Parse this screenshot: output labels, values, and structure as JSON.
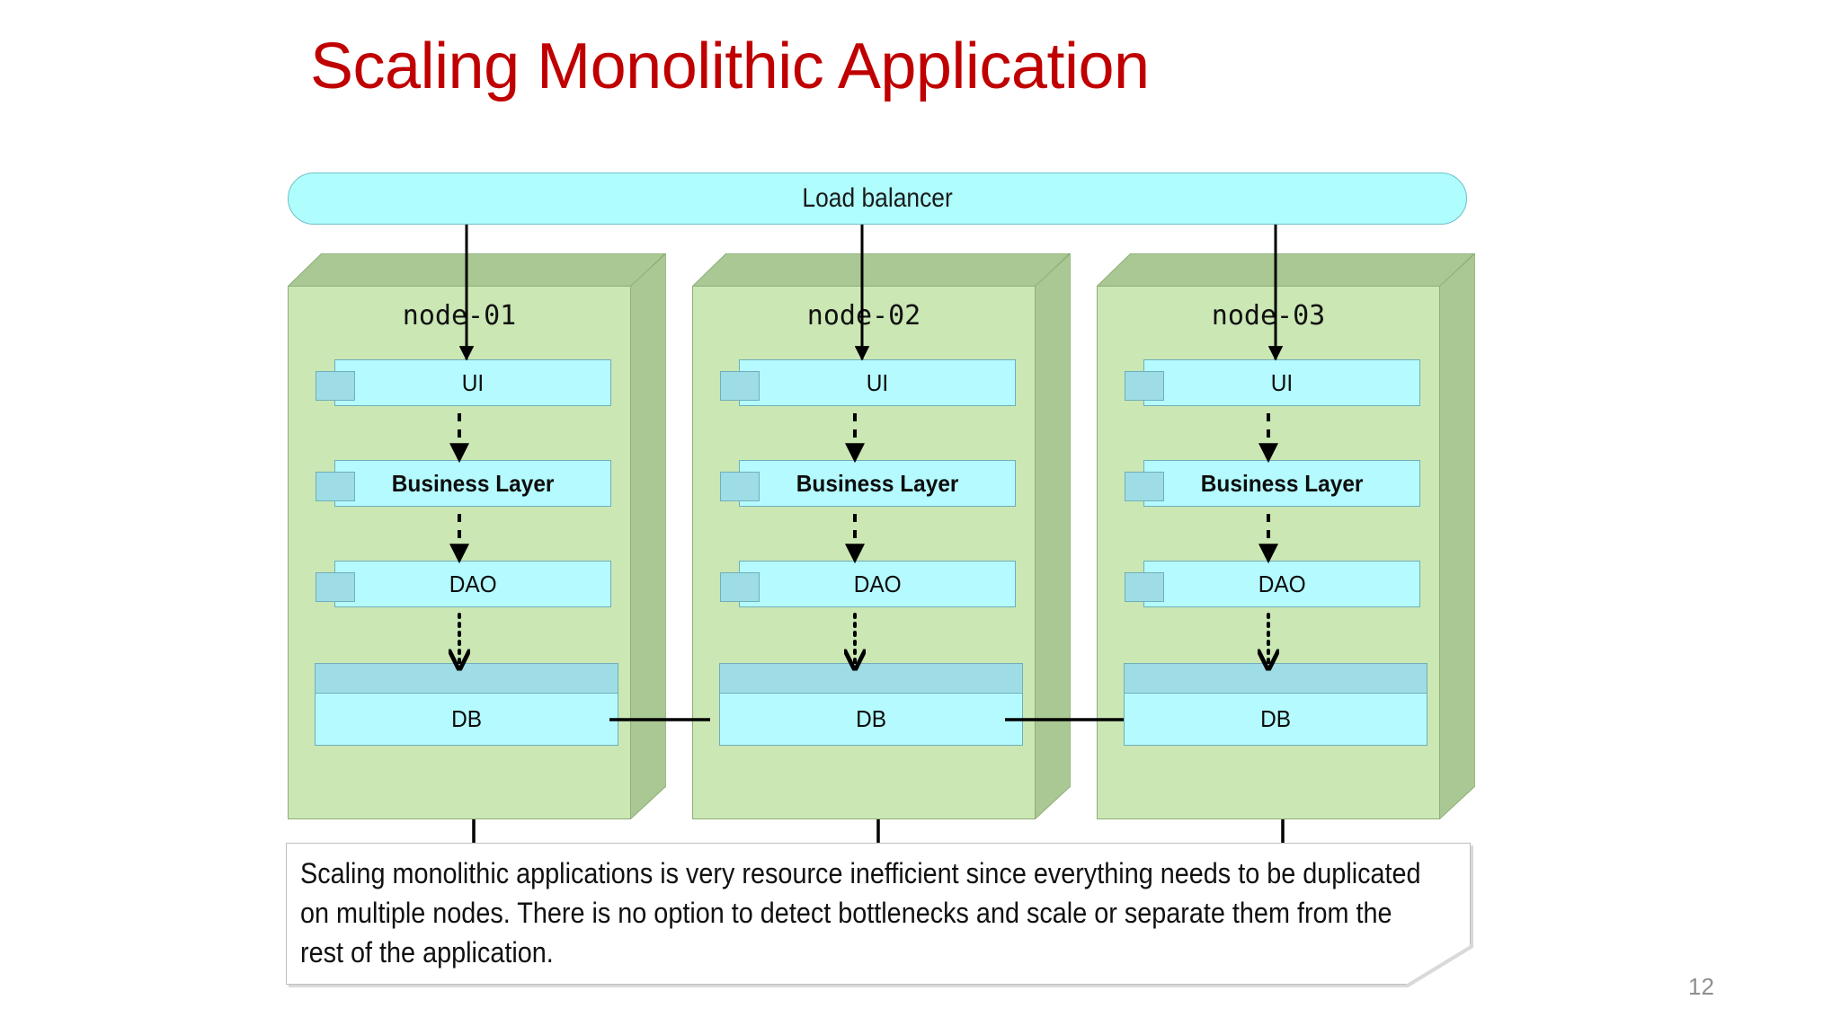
{
  "slide": {
    "title": "Scaling Monolithic Application",
    "page_number": "12",
    "title_color": "#C00000",
    "node_fill": "#CBE7B4",
    "node_shade": "#A9C893",
    "component_fill": "#B4FAFE",
    "component_tab_fill": "#9FDDE6",
    "load_balancer_fill": "#AFFDFD"
  },
  "load_balancer": {
    "label": "Load balancer"
  },
  "nodes": [
    {
      "label": "node-01",
      "components": [
        {
          "label": "UI"
        },
        {
          "label": "Business Layer"
        },
        {
          "label": "DAO"
        },
        {
          "label": "DB"
        }
      ]
    },
    {
      "label": "node-02",
      "components": [
        {
          "label": "UI"
        },
        {
          "label": "Business Layer"
        },
        {
          "label": "DAO"
        },
        {
          "label": "DB"
        }
      ]
    },
    {
      "label": "node-03",
      "components": [
        {
          "label": "UI"
        },
        {
          "label": "Business Layer"
        },
        {
          "label": "DAO"
        },
        {
          "label": "DB"
        }
      ]
    }
  ],
  "note": {
    "text": "Scaling monolithic applications is very resource inefficient since everything needs to be duplicated on multiple nodes. There is no option to detect bottlenecks and scale or separate them from the rest of the application."
  }
}
